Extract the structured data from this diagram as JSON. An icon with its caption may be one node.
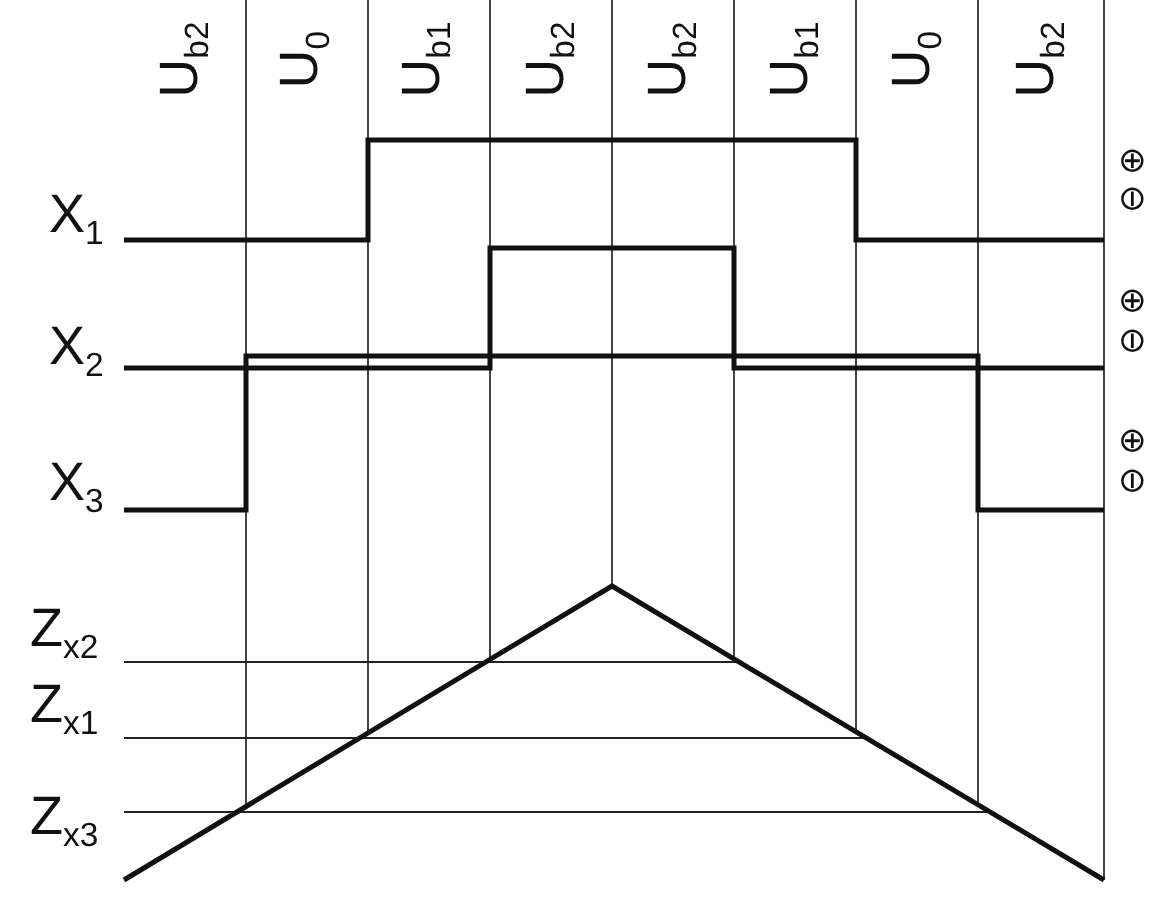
{
  "diagram": {
    "labels": [
      "U$_{b2}$",
      "U$_{0}$",
      "U$_{b1}$",
      "U$_{b2}$",
      "U$_{b2}$",
      "U$_{b1}$",
      "U$_{0}$",
      "U$_{b2}$",
      "X$_{1}$",
      "⊕",
      "⊖",
      "X$_{2}$",
      "⊕",
      "⊖",
      "X$_{3}$",
      "⊕",
      "⊖",
      "Z$_{x2}$",
      "Z$_{x1}$",
      "Z$_{x3}$"
    ]
  }
}
